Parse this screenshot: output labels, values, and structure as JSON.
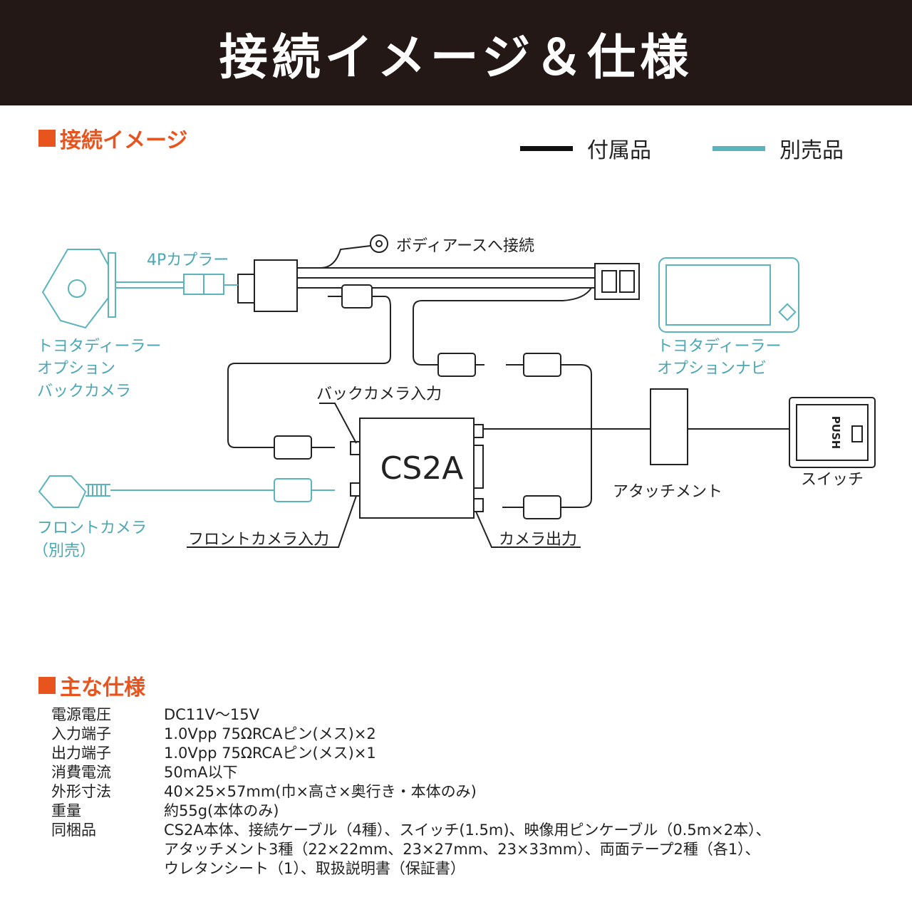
{
  "header": {
    "title": "接続イメージ＆仕様"
  },
  "section_connection": {
    "title": "接続イメージ"
  },
  "legend": [
    {
      "label": "付属品",
      "color": "#111111"
    },
    {
      "label": "別売品",
      "color": "#5bb3bd"
    }
  ],
  "diagram": {
    "unit": "CS2A",
    "labels": {
      "coupler": "4Pカプラー",
      "body_earth": "ボディアースへ接続",
      "back_camera": [
        "トヨタディーラー",
        "オプション",
        "バックカメラ"
      ],
      "navi": [
        "トヨタディーラー",
        "オプションナビ"
      ],
      "back_camera_input": "バックカメラ入力",
      "front_camera": [
        "フロントカメラ",
        "（別売）"
      ],
      "front_camera_input": "フロントカメラ入力",
      "camera_output": "カメラ出力",
      "attachment": "アタッチメント",
      "switch": "スイッチ",
      "push": "PUSH"
    }
  },
  "section_specs": {
    "title": "主な仕様"
  },
  "specs": [
    {
      "key": "電源電圧",
      "value": "DC11V～15V"
    },
    {
      "key": "入力端子",
      "value": "1.0Vpp 75ΩRCAピン(メス)×2"
    },
    {
      "key": "出力端子",
      "value": "1.0Vpp 75ΩRCAピン(メス)×1"
    },
    {
      "key": "消費電流",
      "value": "50mA以下"
    },
    {
      "key": "外形寸法",
      "value": "40×25×57mm(巾×高さ×奥行き・本体のみ)"
    },
    {
      "key": "重量",
      "value": "約55g(本体のみ)"
    },
    {
      "key": "同梱品",
      "value": "CS2A本体、接続ケーブル（4種）、スイッチ(1.5m)、映像用ピンケーブル（0.5m×2本）、\nアタッチメント3種（22×22mm、23×27mm、23×33mm）、両面テープ2種（各1）、\nウレタンシート（1）、取扱説明書（保証書）"
    }
  ]
}
